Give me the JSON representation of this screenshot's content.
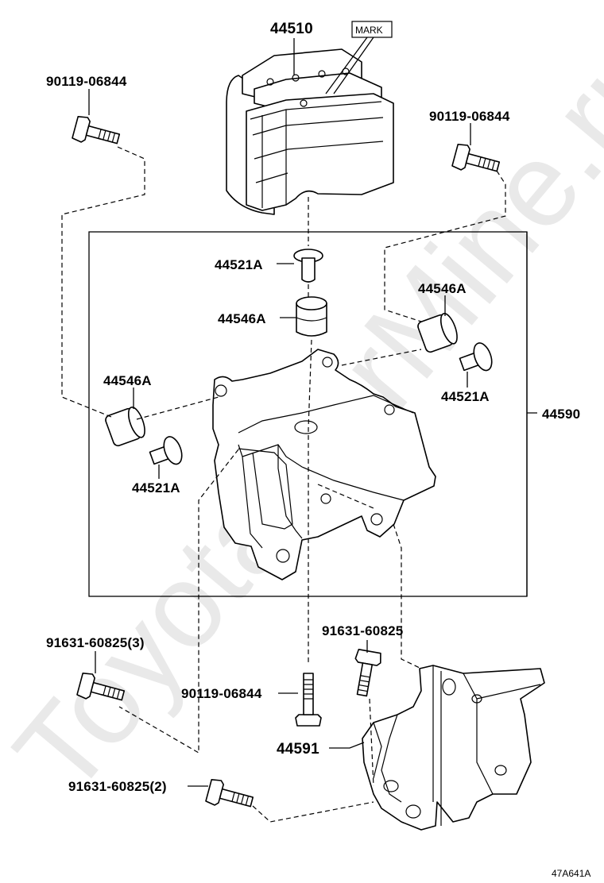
{
  "watermark": "ToyotaCarMine.ru",
  "mark_label": "MARK",
  "figure_code": "47A641A",
  "labels": {
    "actuator": "44510",
    "bolt_top_left": "90119-06844",
    "bolt_top_right": "90119-06844",
    "collar_top": "44521A",
    "cushion_top": "44546A",
    "cushion_right": "44546A",
    "collar_right": "44521A",
    "cushion_left": "44546A",
    "collar_left": "44521A",
    "bracket_assy": "44590",
    "bolt_lower_left": "91631-60825(3)",
    "bolt_lower_mid": "91631-60825",
    "bolt_center": "90119-06844",
    "bracket_lower": "44591",
    "bolt_bottom": "91631-60825(2)"
  }
}
